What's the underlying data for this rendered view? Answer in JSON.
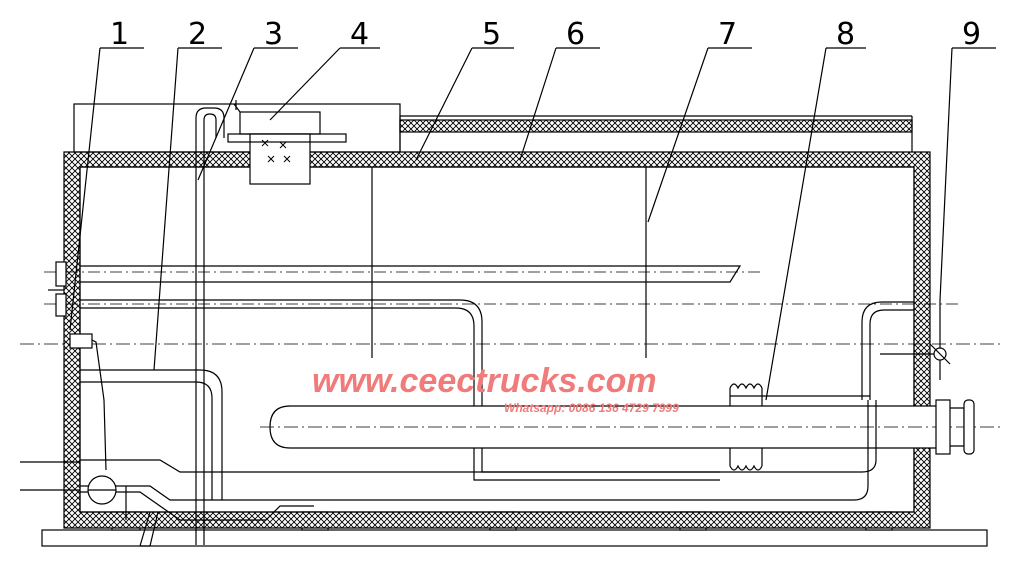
{
  "diagram": {
    "callouts": [
      "1",
      "2",
      "3",
      "4",
      "5",
      "6",
      "7",
      "8",
      "9"
    ]
  },
  "watermark": {
    "main": "www.ceectrucks.com",
    "sub": "Whatsapp: 0086 136 4729 7999",
    "color": "#f07b7b"
  }
}
